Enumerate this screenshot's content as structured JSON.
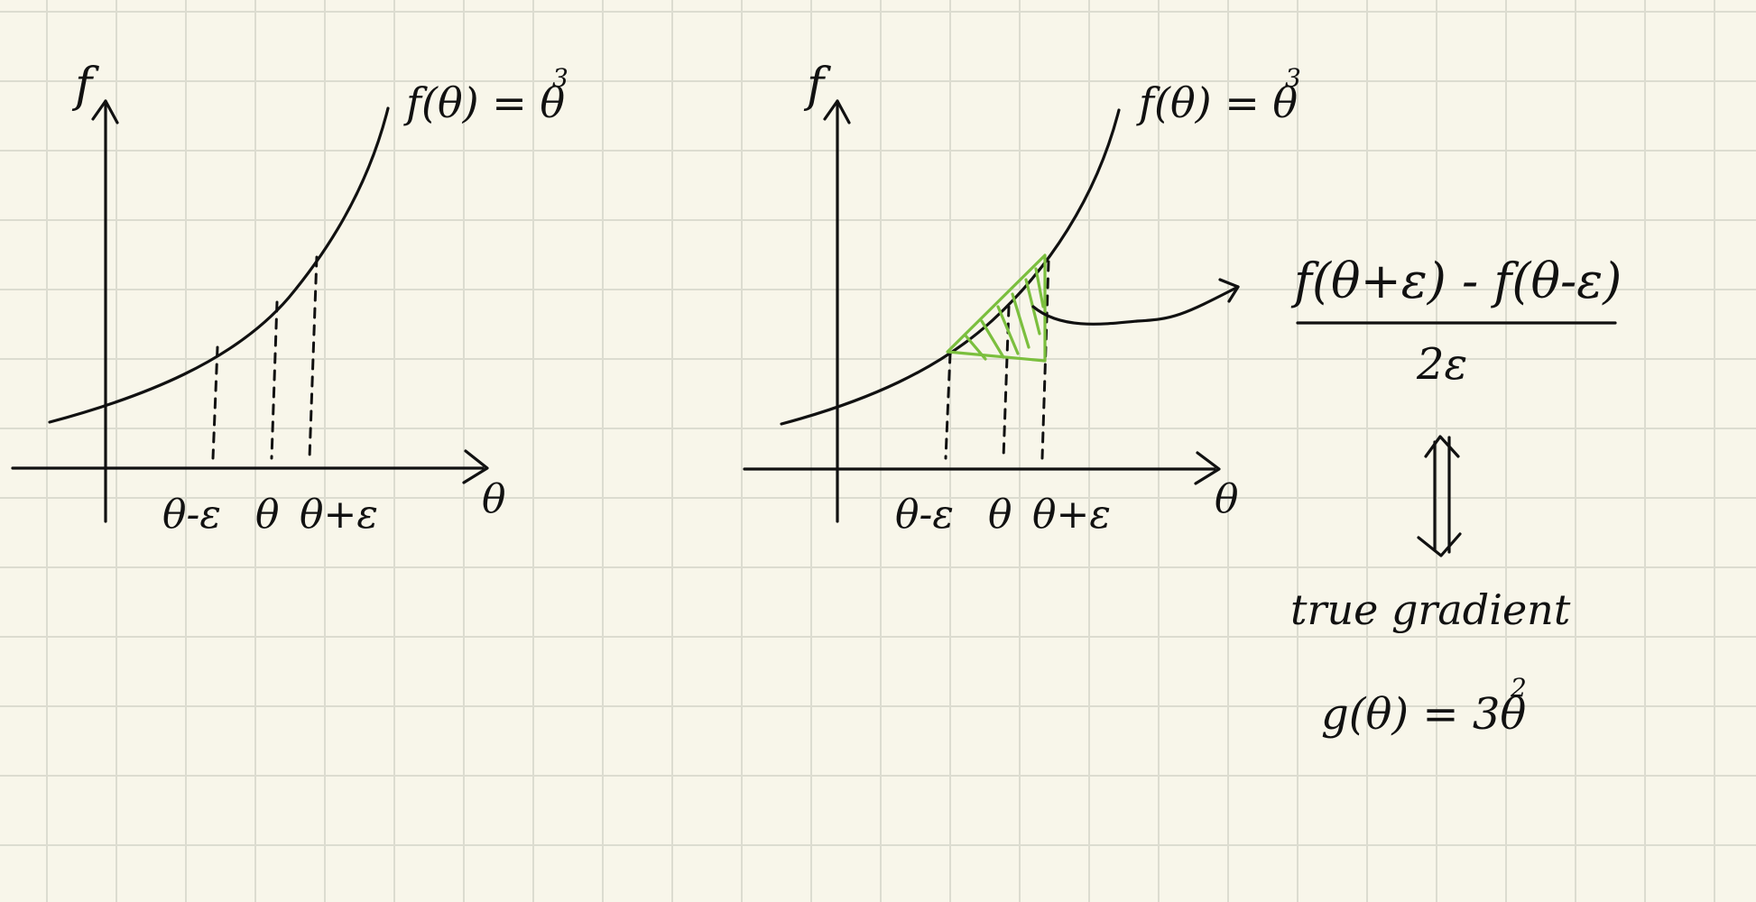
{
  "left_diagram": {
    "y_axis_label": "f",
    "x_axis_label": "θ",
    "function_label": "f(θ) = θ",
    "function_exponent": "3",
    "tick_minus": "θ-ε",
    "tick_center": "θ",
    "tick_plus": "θ+ε"
  },
  "right_diagram": {
    "y_axis_label": "f",
    "x_axis_label": "θ",
    "function_label": "f(θ) = θ",
    "function_exponent": "3",
    "tick_minus": "θ-ε",
    "tick_center": "θ",
    "tick_plus": "θ+ε",
    "highlight_color": "#7bbf3e"
  },
  "formula": {
    "numerator": "f(θ+ε) - f(θ-ε)",
    "denominator": "2ε"
  },
  "true_gradient": {
    "label": "true gradient",
    "expression": "g(θ) = 3θ",
    "exponent": "2"
  }
}
